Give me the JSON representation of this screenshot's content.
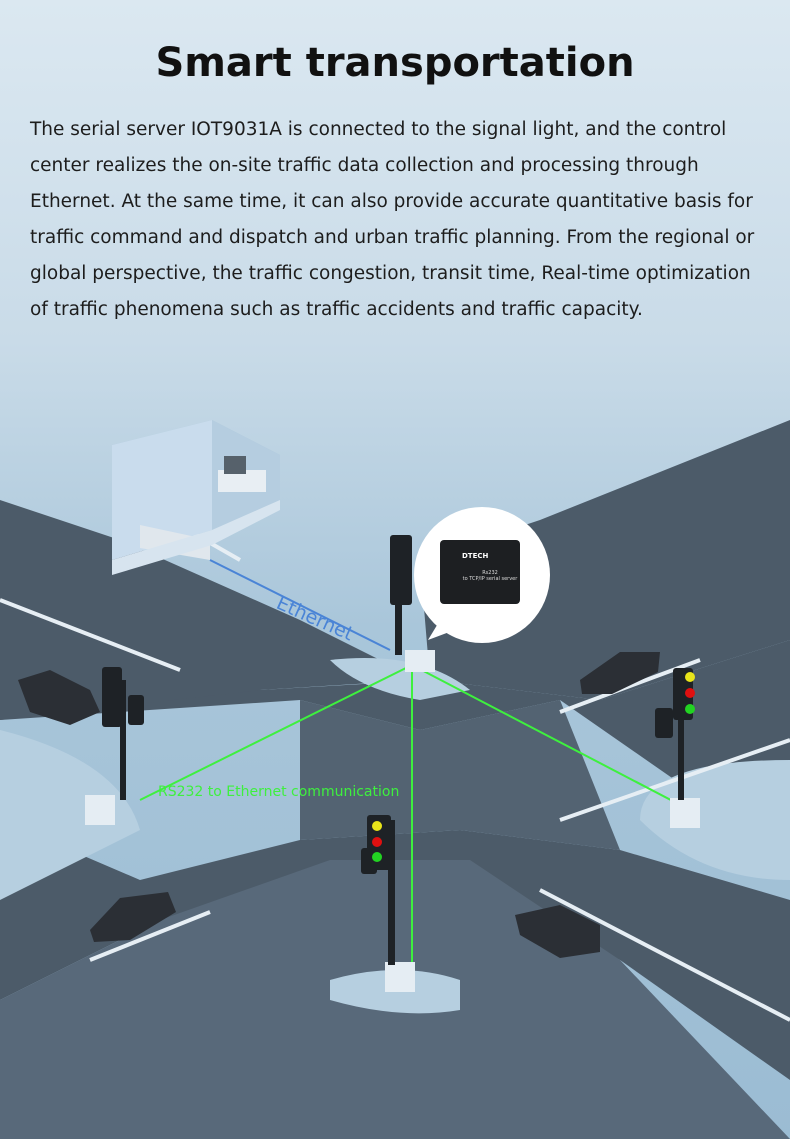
{
  "title": "Smart transportation",
  "description": "The serial server IOT9031A is connected to the signal light, and the control\ncenter realizes the on-site traffic data collection and processing through\nEthernet. At the same time, it can also provide accurate quantitative basis for\ntraffic command and dispatch and urban traffic planning. From the regional or\nglobal perspective, the traffic congestion, transit time, Real-time optimization\nof traffic phenomena such as traffic accidents and traffic capacity.",
  "labels": {
    "ethernet": "Ethernet",
    "rs232": "RS232 to Ethernet communication"
  },
  "device": {
    "brand": "DTECH",
    "model_line1": "Rs232",
    "model_line2": "to TCP/IP serial server"
  },
  "colors": {
    "link_green": "#3ef03e",
    "ethernet_blue": "#4a84d6",
    "light_red": "#e01010",
    "light_yellow": "#e8e41a",
    "light_green": "#22d322"
  }
}
